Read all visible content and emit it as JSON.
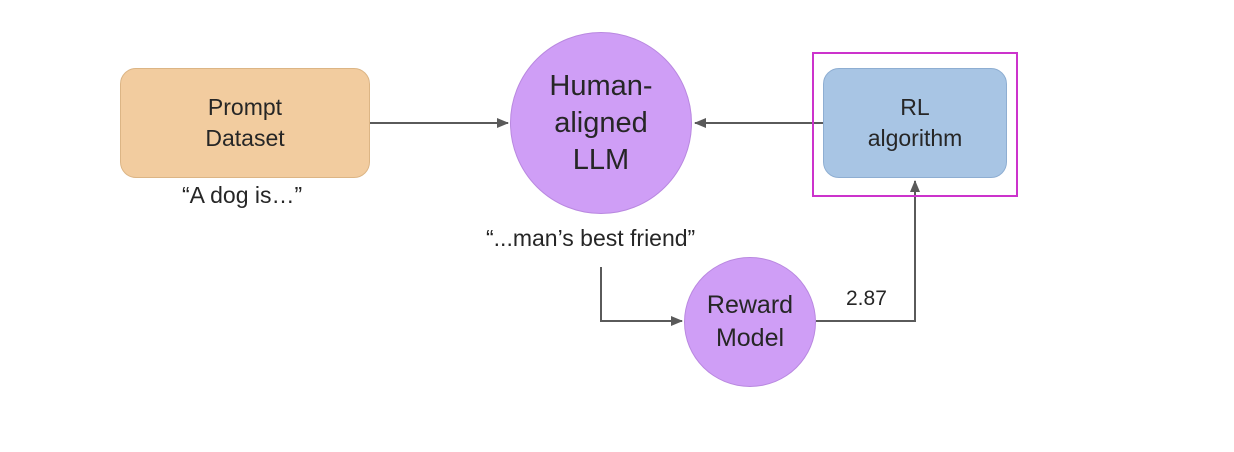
{
  "diagram": {
    "prompt_dataset": {
      "line1": "Prompt",
      "line2": "Dataset"
    },
    "prompt_example": "“A dog is…”",
    "llm": {
      "line1": "Human-",
      "line2": "aligned",
      "line3": "LLM"
    },
    "completion_example": "“...man’s best friend”",
    "reward_model": {
      "line1": "Reward",
      "line2": "Model"
    },
    "reward_score": "2.87",
    "rl_algorithm": {
      "line1": "RL",
      "line2": "algorithm"
    }
  },
  "colors": {
    "prompt_box": "#f2cc9f",
    "rl_box": "#a8c5e4",
    "model_circle": "#cf9ef6",
    "highlight": "#cc33cc",
    "arrow": "#5a5a5a"
  }
}
